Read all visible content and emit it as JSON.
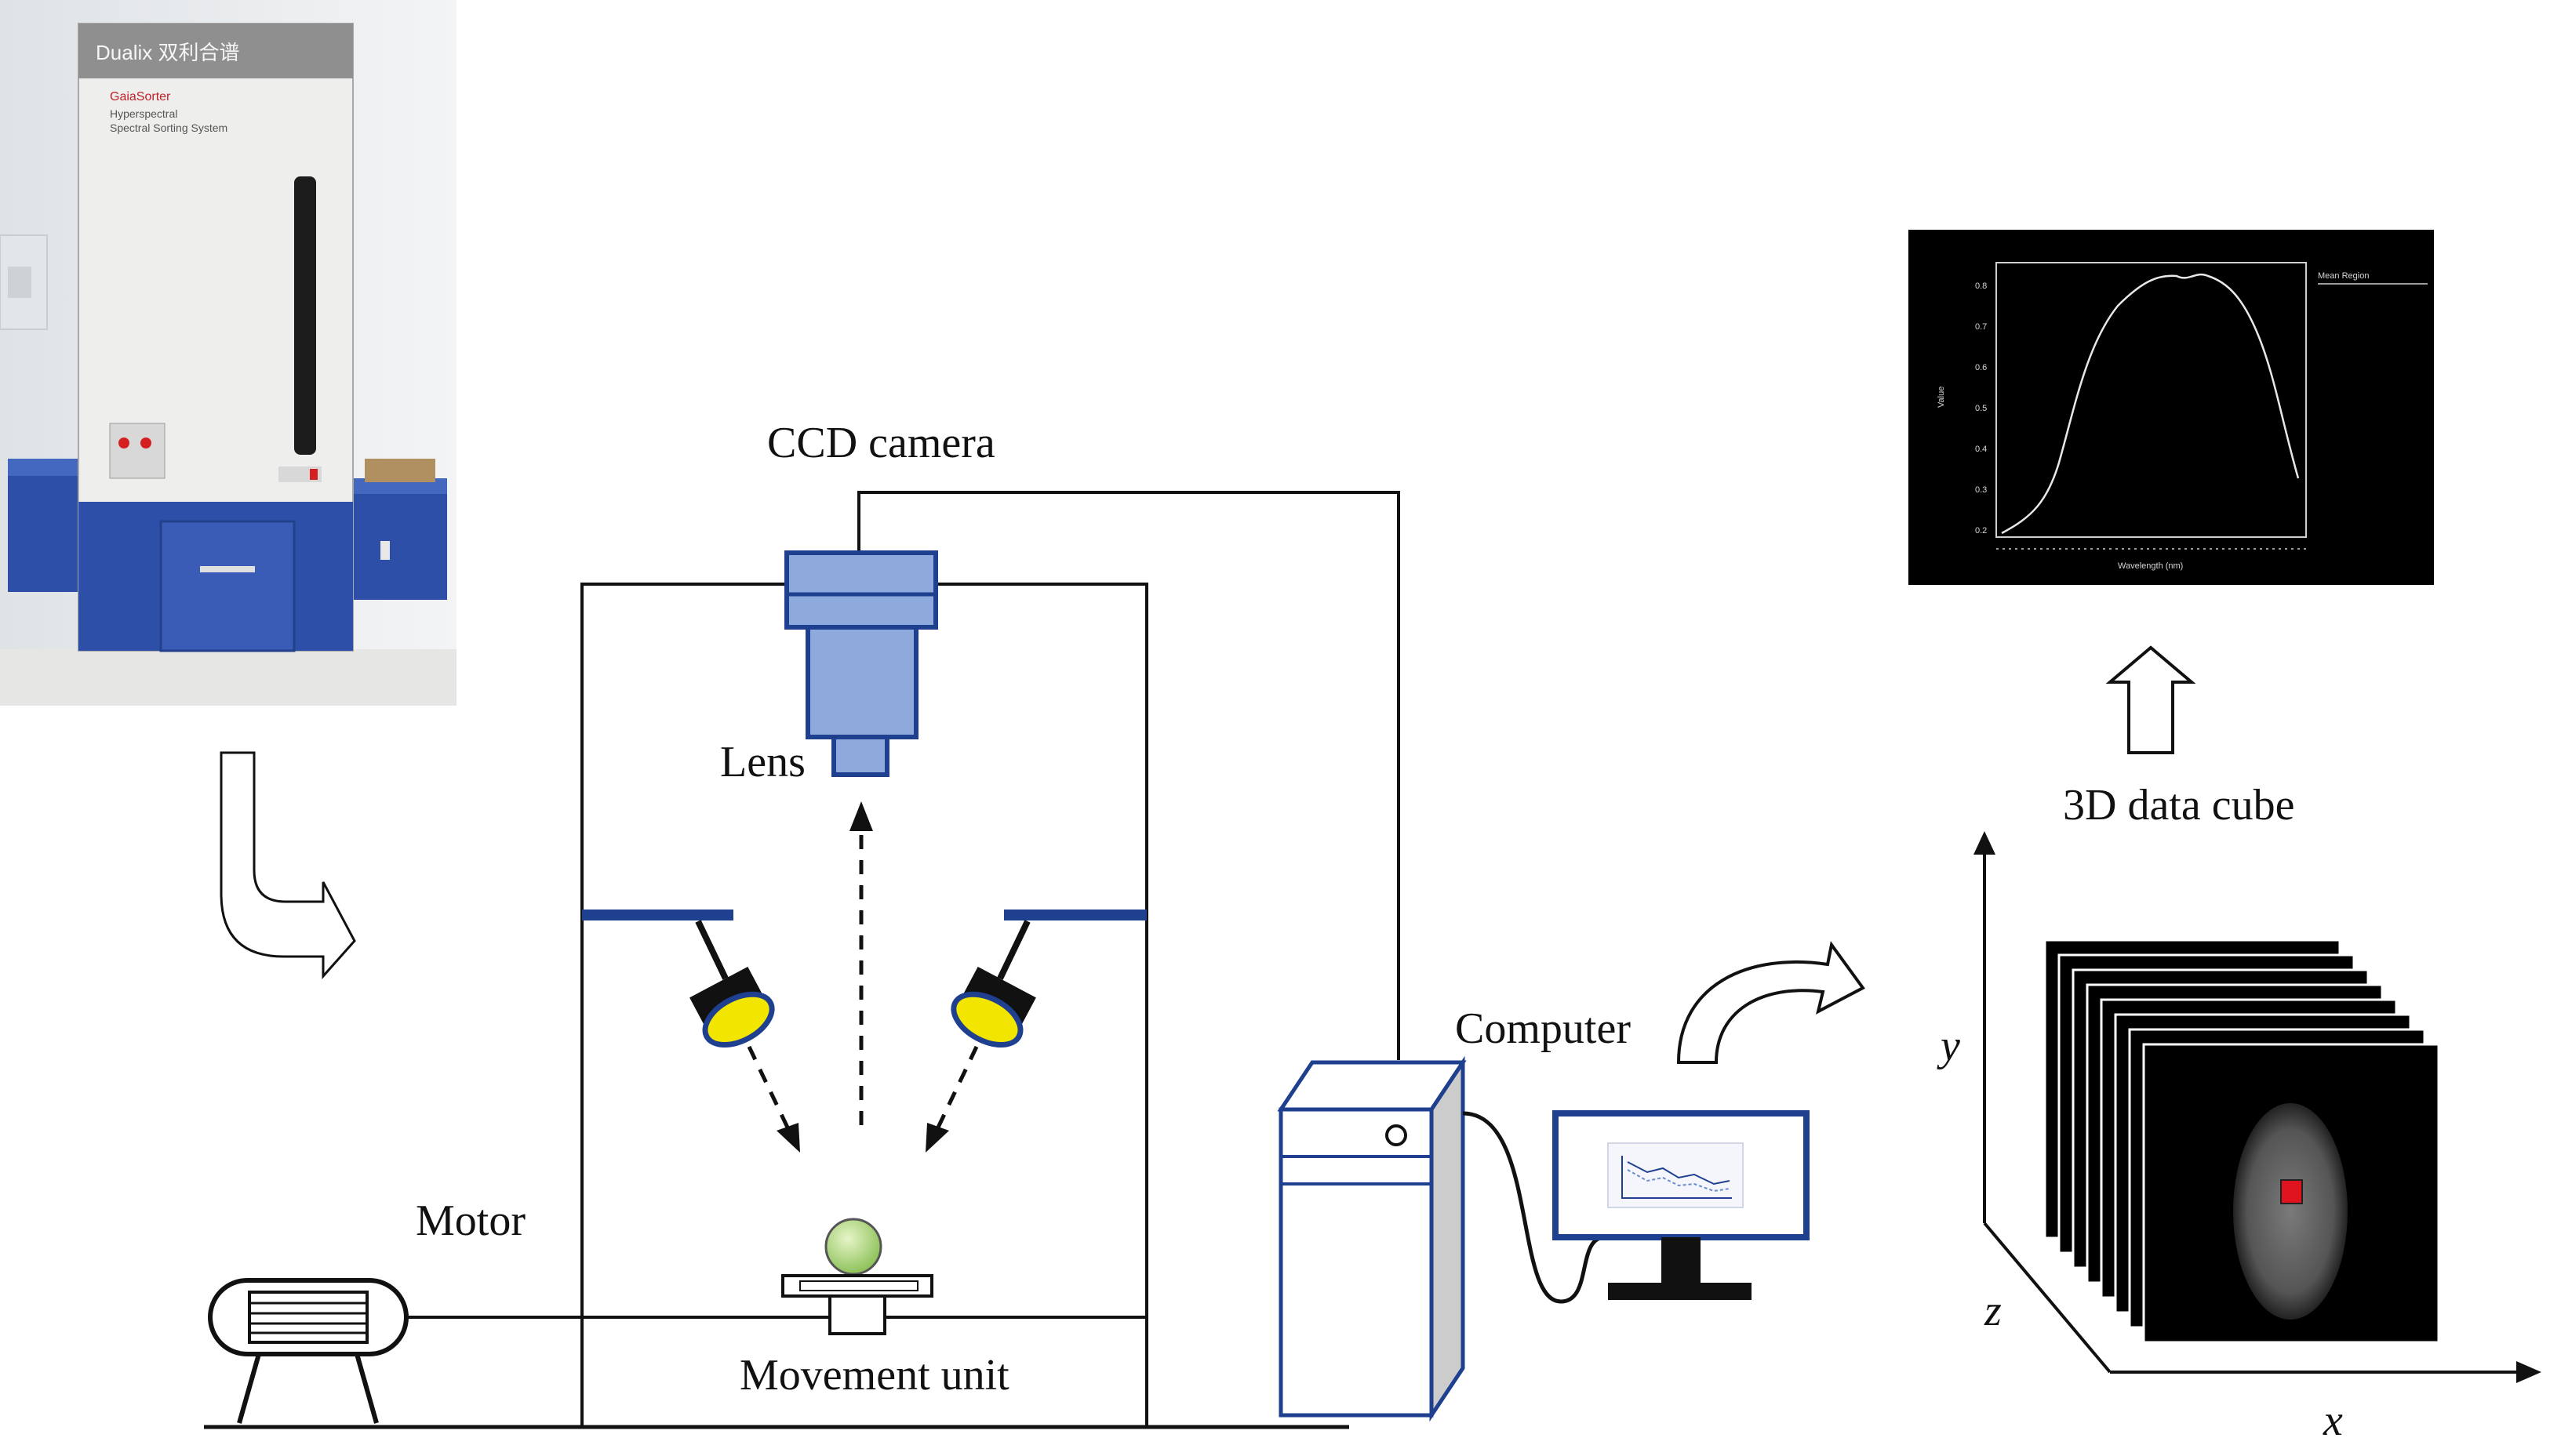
{
  "labels": {
    "ccd_camera": "CCD camera",
    "lens": "Lens",
    "motor": "Motor",
    "movement_unit": "Movement unit",
    "computer": "Computer",
    "data_cube": "3D data cube"
  },
  "axes": {
    "x": "x",
    "y": "y",
    "z": "z"
  },
  "instrument_photo": {
    "brand_plate": "Dualix 双利合谱",
    "panel_line_1": "GaiaSorter",
    "panel_line_2": "Hyperspectral",
    "panel_line_3": "Spectral Sorting System"
  },
  "spectrum_inset": {
    "y_ticks": [
      "0.8",
      "0.7",
      "0.6",
      "0.5",
      "0.4",
      "0.3",
      "0.2"
    ],
    "legend": "Mean Region",
    "ylabel": "Value",
    "xlabel": "Wavelength (nm)"
  },
  "colors": {
    "frame_line": "#111111",
    "lamp_yellow": "#f2e600",
    "accent_blue": "#1f3f8f",
    "camera_fill": "#8ea9db",
    "stage_green": "#b5dc7a",
    "cube_black": "#000000",
    "pixel_red": "#e0141e"
  }
}
